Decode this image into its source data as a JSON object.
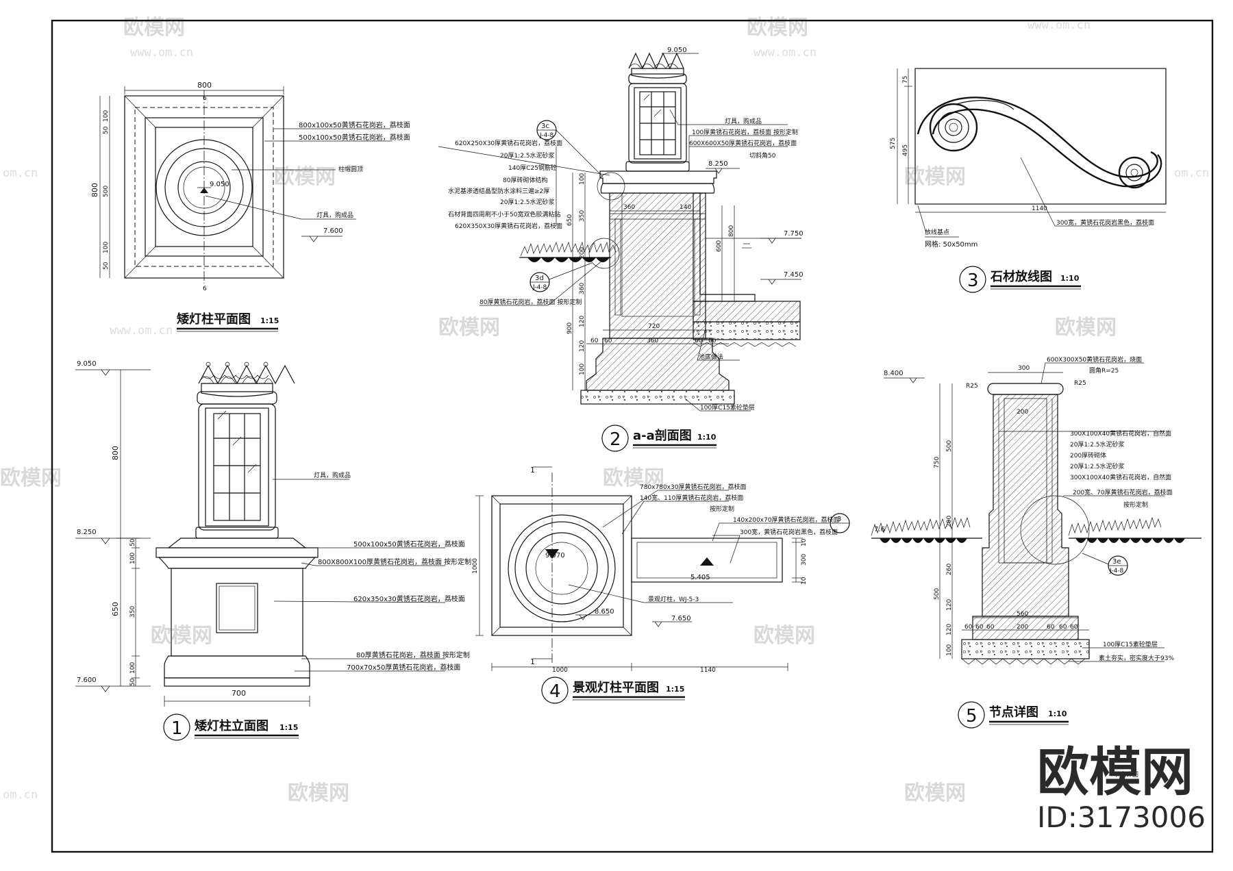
{
  "watermark": {
    "brand": "欧模网",
    "url": "www.om.cn",
    "url_short": "om.cn",
    "id_text": "ID:3173006"
  },
  "views": {
    "plan_low": {
      "title": "矮灯柱平面图",
      "scale": "1:15",
      "dims": [
        "800",
        "50",
        "100",
        "500",
        "100",
        "50",
        "800",
        "6",
        "6"
      ],
      "elev_center": "9.050",
      "elev_base": "7.600",
      "labels": [
        "800x100x50黄锈石花岗岩，荔枝面",
        "500x100x50黄锈石花岗岩，荔枝面",
        "柱帽圆顶",
        "灯具，购成品"
      ]
    },
    "elev_low": {
      "number": "1",
      "title": "矮灯柱立面图",
      "scale": "1:15",
      "elev_top": "9.050",
      "elev_mid": "8.250",
      "elev_base": "7.600",
      "dims_vertical": [
        "800",
        "50",
        "100",
        "650",
        "350",
        "100",
        "50"
      ],
      "dim_bottom": "700",
      "labels": [
        "灯具，购成品",
        "500x100x50黄锈石花岗岩，荔枝面",
        "800X800X100厚黄锈石花岗岩，荔枝面  按形定制",
        "620x350x30黄锈石花岗岩，荔枝面",
        "80厚黄锈石花岗岩，荔枝面  按形定制",
        "700x70x50厚黄锈石花岗岩，荔枝面"
      ]
    },
    "section_aa": {
      "number": "2",
      "title": "a-a剖面图",
      "scale": "1:10",
      "elev_top": "9.050",
      "elev_cap": "8.250",
      "elev_water": "7.750",
      "elev_bottom": "7.450",
      "callout_top": "3c",
      "callout_top_sub": "J-4-8",
      "callout_bottom": "3d",
      "callout_bottom_sub": "J-4-8",
      "dims_vertical": [
        "100",
        "350",
        "650",
        "200",
        "360",
        "900",
        "120",
        "120",
        "100"
      ],
      "dims_inner": [
        "800",
        "600"
      ],
      "dims_horizontal": [
        "360",
        "140",
        "720",
        "60",
        "60",
        "360",
        "60",
        "60"
      ],
      "labels_left": [
        "620X250X30厚黄锈石花岗岩，荔枝面",
        "20厚1:2.5水泥砂浆",
        "140厚C25钢筋砼",
        "80厚砖砌体结构",
        "水泥基渗透结晶型防水涂料三遍≥2厚",
        "20厚1:2.5水泥砂浆",
        "石材背面四周刷不小于50宽双色胶满粘贴",
        "620X350X30厚黄锈石花岗岩，荔枝面",
        "80厚黄锈石花岗岩，荔枝面  按形定制"
      ],
      "labels_right": [
        "灯具，购成品",
        "100厚黄锈石花岗岩，荔枝面  按形定制",
        "600X600X50厚黄锈石花岗岩，荔枝面",
        "切斜角50",
        "池底做法",
        "100厚C15素砼垫层"
      ]
    },
    "stone_layout": {
      "number": "3",
      "title": "石材放线图",
      "scale": "1:10",
      "dims": [
        "75",
        "495",
        "575",
        "1140"
      ],
      "labels": [
        "300宽，黄锈石花岗岩黑色，荔枝面",
        "放线基点",
        "网格: 50x50mm"
      ]
    },
    "plan_landscape": {
      "number": "4",
      "title": "景观灯柱平面图",
      "scale": "1:15",
      "elev_center": "9.970",
      "elev_pool": "5.405",
      "elev_a": "8.650",
      "elev_b": "7.650",
      "section_mark": "1",
      "dims": [
        "1000",
        "1000",
        "1140",
        "10",
        "300",
        "10"
      ],
      "callout": "3",
      "labels": [
        "780x780x30厚黄锈石花岗岩，荔枝面",
        "140宽、110厚黄锈石花岗岩，荔枝面",
        "按形定制",
        "140x200x70厚黄锈石花岗岩，荔枝面",
        "300宽，黄锈石花岗岩黑色，荔枝面",
        "景观灯柱，WJ-5-3"
      ]
    },
    "node_detail": {
      "number": "5",
      "title": "节点详图",
      "scale": "1:10",
      "elev_top": "8.400",
      "elev_ground": "7.6",
      "callout": "3e",
      "callout_sub": "J-4-8",
      "dims_top": [
        "300",
        "200"
      ],
      "radius_a": "R25",
      "radius_b": "R25",
      "dims_vertical": [
        "750",
        "500",
        "200",
        "260",
        "500",
        "120",
        "120",
        "100"
      ],
      "dims_bottom": [
        "560",
        "60",
        "60",
        "60",
        "200",
        "60",
        "60",
        "60"
      ],
      "labels": [
        "600X300X50黄锈石花岗岩，烧面",
        "圆角R=25",
        "300X100X40黄锈石花岗岩，自然面",
        "20厚1:2.5水泥砂浆",
        "200厚砖砌体",
        "20厚1:2.5水泥砂浆",
        "300X100X40黄锈石花岗岩，自然面",
        "200宽、70厚黄锈石花岗岩，荔枝面",
        "按形定制",
        "100厚C15素砼垫层",
        "素土夯实，密实度大于93%"
      ],
      "faint_label": "节点详图"
    }
  }
}
